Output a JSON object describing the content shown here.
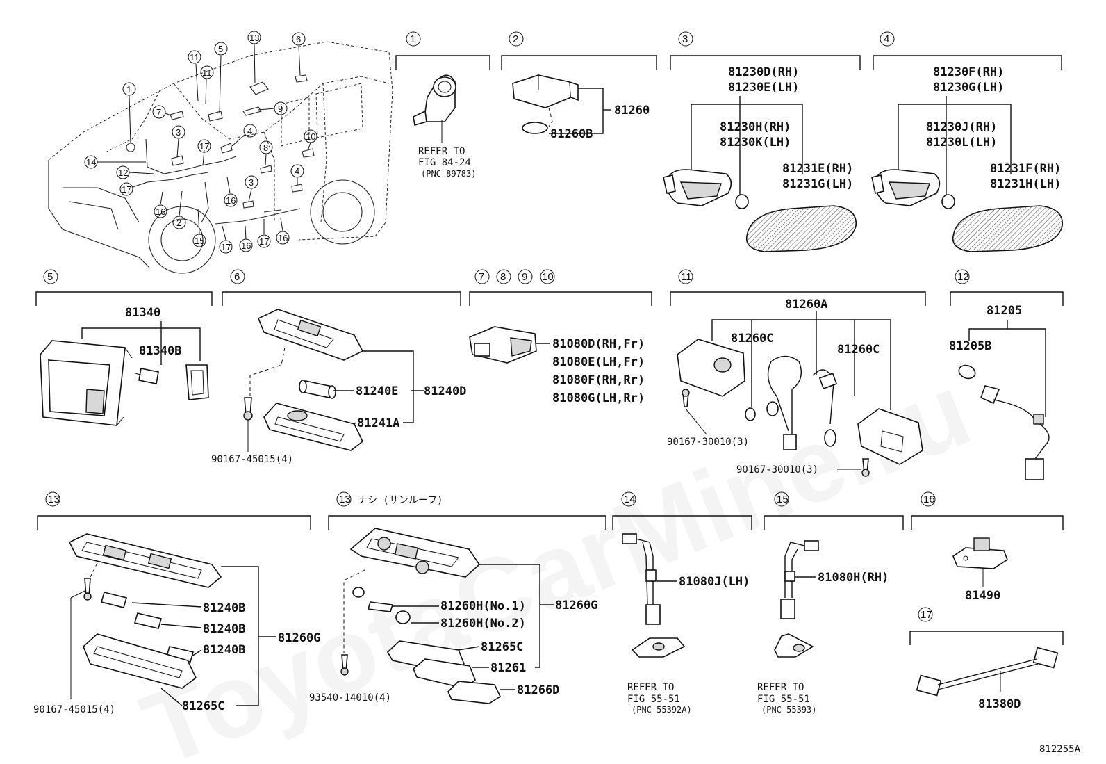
{
  "watermark": "ToyotaCarMine.ru",
  "figure_id": "812255A",
  "overview": {
    "callouts": [
      "1",
      "2",
      "3",
      "3",
      "4",
      "4",
      "5",
      "6",
      "7",
      "8",
      "9",
      "10",
      "11",
      "11",
      "12",
      "13",
      "14",
      "15",
      "16",
      "16",
      "16",
      "16",
      "17",
      "17",
      "17",
      "17"
    ]
  },
  "sections": {
    "s1": {
      "num": "1",
      "refer": [
        "REFER TO",
        "FIG 84-24",
        "(PNC 89783)"
      ]
    },
    "s2": {
      "num": "2",
      "parts": [
        "81260",
        "81260B"
      ]
    },
    "s3": {
      "num": "3",
      "parts": [
        "81230D(RH)",
        "81230E(LH)",
        "81230H(RH)",
        "81230K(LH)",
        "81231E(RH)",
        "81231G(LH)"
      ]
    },
    "s4": {
      "num": "4",
      "parts": [
        "81230F(RH)",
        "81230G(LH)",
        "81230J(RH)",
        "81230L(LH)",
        "81231F(RH)",
        "81231H(LH)"
      ]
    },
    "s5": {
      "num": "5",
      "parts": [
        "81340",
        "81340B"
      ]
    },
    "s6": {
      "num": "6",
      "parts": [
        "81240E",
        "81240D",
        "81241A",
        "90167-45015(4)"
      ]
    },
    "s7": {
      "nums": [
        "7",
        "8",
        "9",
        "10"
      ],
      "parts": [
        "81080D(RH,Fr)",
        "81080E(LH,Fr)",
        "81080F(RH,Rr)",
        "81080G(LH,Rr)"
      ]
    },
    "s11": {
      "num": "11",
      "parts": [
        "81260A",
        "81260C",
        "81260C",
        "90167-30010(3)",
        "90167-30010(3)"
      ]
    },
    "s12": {
      "num": "12",
      "parts": [
        "81205",
        "81205B"
      ]
    },
    "s13a": {
      "num": "13",
      "parts": [
        "81240B",
        "81240B",
        "81240B",
        "81260G",
        "81265C",
        "90167-45015(4)"
      ]
    },
    "s13b": {
      "num": "13",
      "note": "ナシ (サンルーフ)",
      "parts": [
        "81260H(No.1)",
        "81260H(No.2)",
        "81260G",
        "81265C",
        "81261",
        "81266D",
        "93540-14010(4)"
      ]
    },
    "s14": {
      "num": "14",
      "parts": [
        "81080J(LH)"
      ],
      "refer": [
        "REFER TO",
        "FIG 55-51",
        "(PNC 55392A)"
      ]
    },
    "s15": {
      "num": "15",
      "parts": [
        "81080H(RH)"
      ],
      "refer": [
        "REFER TO",
        "FIG 55-51",
        "(PNC 55393)"
      ]
    },
    "s16": {
      "num": "16",
      "parts": [
        "81490"
      ]
    },
    "s17": {
      "num": "17",
      "parts": [
        "81380D"
      ]
    }
  }
}
